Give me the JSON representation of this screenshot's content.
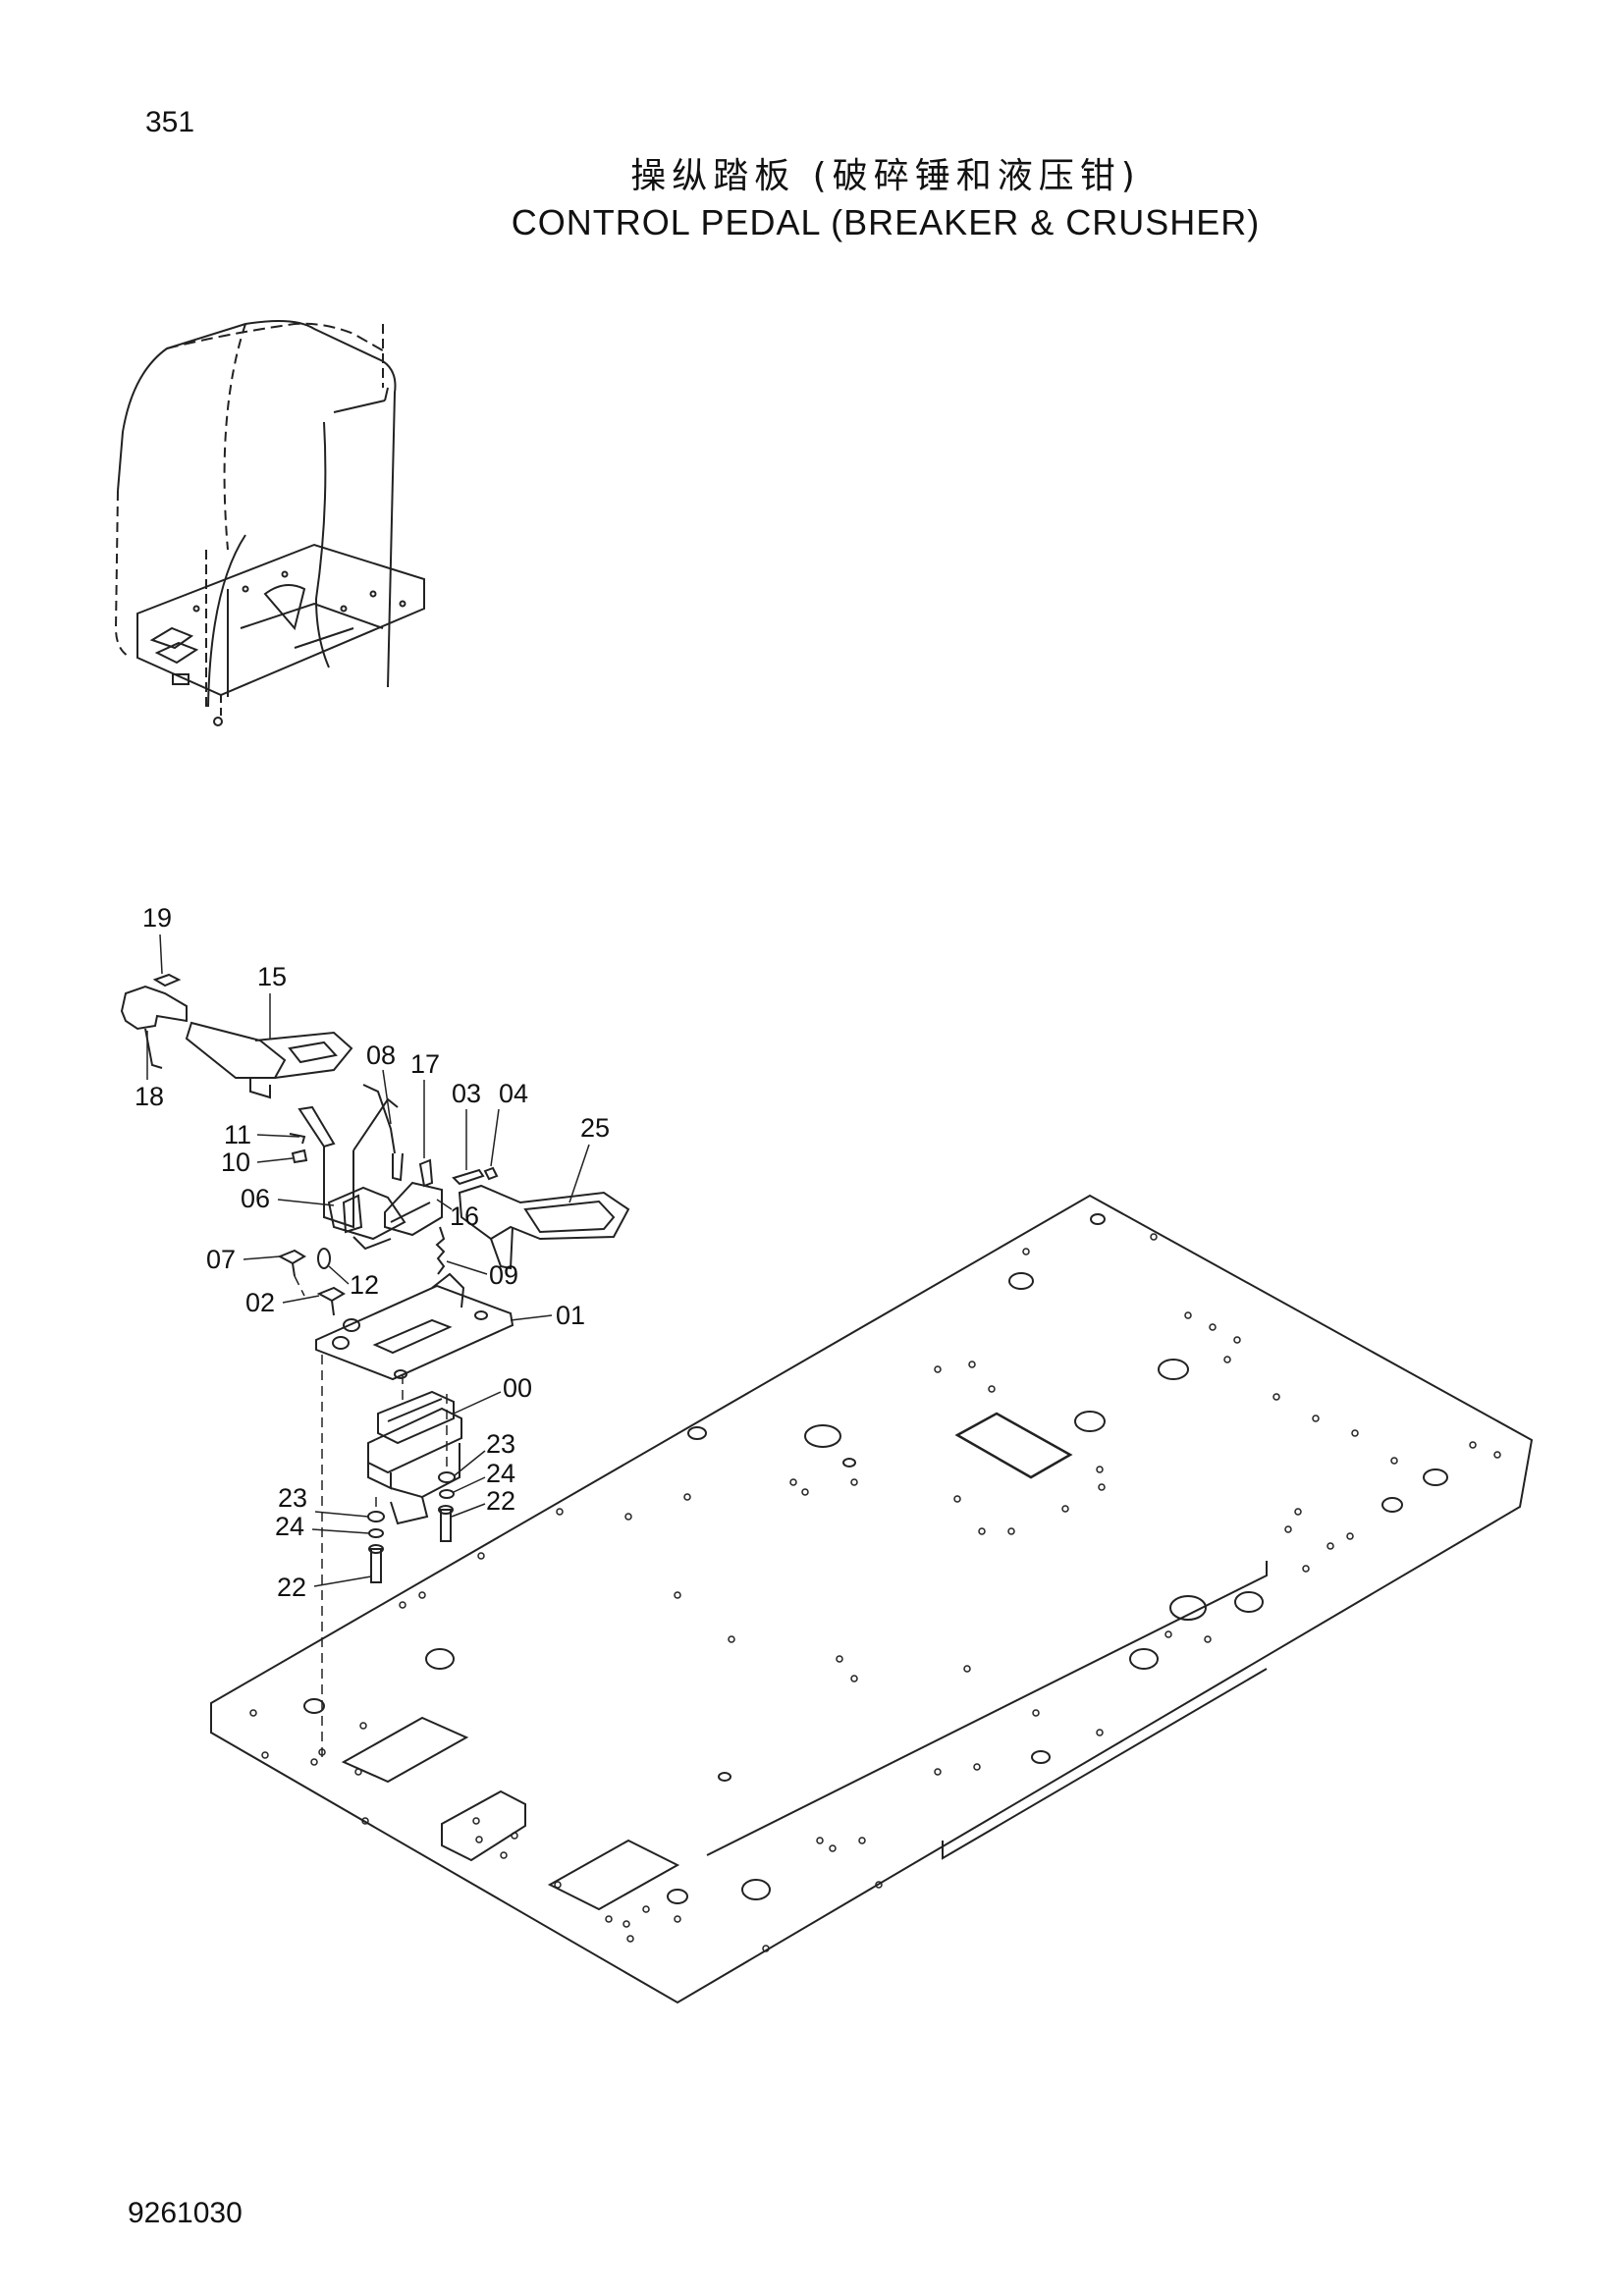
{
  "page": {
    "number": "351",
    "doc_code": "9261030"
  },
  "title": {
    "cn": "操纵踏板 (破碎锤和液压钳)",
    "en": "CONTROL  PEDAL  (BREAKER & CRUSHER)"
  },
  "callouts": [
    {
      "id": "c19",
      "label": "19"
    },
    {
      "id": "c15",
      "label": "15"
    },
    {
      "id": "c18",
      "label": "18"
    },
    {
      "id": "c08",
      "label": "08"
    },
    {
      "id": "c17",
      "label": "17"
    },
    {
      "id": "c03",
      "label": "03"
    },
    {
      "id": "c04",
      "label": "04"
    },
    {
      "id": "c25",
      "label": "25"
    },
    {
      "id": "c11",
      "label": "11"
    },
    {
      "id": "c10",
      "label": "10"
    },
    {
      "id": "c06",
      "label": "06"
    },
    {
      "id": "c16",
      "label": "16"
    },
    {
      "id": "c07",
      "label": "07"
    },
    {
      "id": "c12",
      "label": "12"
    },
    {
      "id": "c09",
      "label": "09"
    },
    {
      "id": "c02",
      "label": "02"
    },
    {
      "id": "c01",
      "label": "01"
    },
    {
      "id": "c00",
      "label": "00"
    },
    {
      "id": "c23a",
      "label": "23"
    },
    {
      "id": "c24a",
      "label": "24"
    },
    {
      "id": "c22a",
      "label": "22"
    },
    {
      "id": "c23b",
      "label": "23"
    },
    {
      "id": "c24b",
      "label": "24"
    },
    {
      "id": "c22b",
      "label": "22"
    }
  ]
}
